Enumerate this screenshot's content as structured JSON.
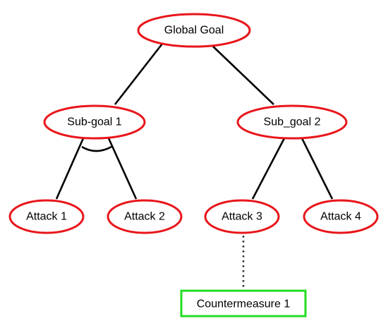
{
  "colors": {
    "goal_stroke": "#e8161b",
    "countermeasure_stroke": "#22dd22",
    "edge": "#000000"
  },
  "nodes": {
    "global_goal": "Global Goal",
    "sub_goal_1": "Sub-goal 1",
    "sub_goal_2": "Sub_goal 2",
    "attack_1": "Attack 1",
    "attack_2": "Attack 2",
    "attack_3": "Attack 3",
    "attack_4": "Attack 4",
    "countermeasure_1": "Countermeasure 1"
  },
  "edges": [
    {
      "from": "global_goal",
      "to": "sub_goal_1",
      "style": "solid"
    },
    {
      "from": "global_goal",
      "to": "sub_goal_2",
      "style": "solid"
    },
    {
      "from": "sub_goal_1",
      "to": "attack_1",
      "style": "solid",
      "and_group": "sub_goal_1_and"
    },
    {
      "from": "sub_goal_1",
      "to": "attack_2",
      "style": "solid",
      "and_group": "sub_goal_1_and"
    },
    {
      "from": "sub_goal_2",
      "to": "attack_3",
      "style": "solid"
    },
    {
      "from": "sub_goal_2",
      "to": "attack_4",
      "style": "solid"
    },
    {
      "from": "attack_3",
      "to": "countermeasure_1",
      "style": "dotted"
    }
  ]
}
